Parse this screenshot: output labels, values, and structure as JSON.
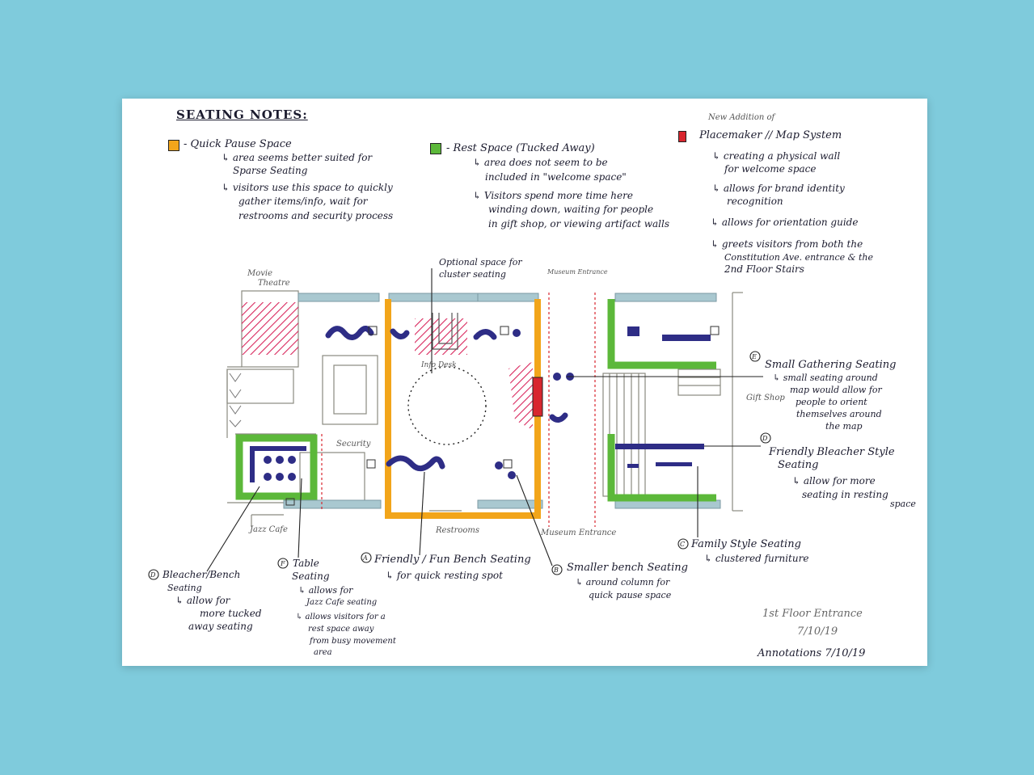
{
  "sheet": {
    "title": "SEATING NOTES:",
    "legend": {
      "quick_pause": {
        "label": "- Quick Pause Space",
        "notes": [
          "↳ area seems better suited for",
          "Sparse Seating",
          "↳ visitors use this space to quickly",
          "gather items/info, wait for",
          "restrooms and security process"
        ],
        "color": "#f2a51a"
      },
      "rest": {
        "label": "- Rest Space (Tucked Away)",
        "notes": [
          "↳ area does not seem to be",
          "included in \"welcome space\"",
          "↳ Visitors spend more time here",
          "winding down, waiting for people",
          "in gift shop, or viewing artifact walls"
        ],
        "color": "#5cb83a"
      },
      "placemaker": {
        "heading": "New Addition of",
        "label": "Placemaker // Map System",
        "notes": [
          "↳ creating a physical wall",
          "for welcome space",
          "↳ allows for brand identity",
          "recognition",
          "↳ allows for orientation guide",
          "↳ greets visitors from both the",
          "Constitution Ave. entrance & the",
          "2nd Floor Stairs"
        ],
        "color": "#d8262e"
      }
    },
    "plan_labels": {
      "movie_theatre": [
        "Movie",
        "Theatre"
      ],
      "optional_space": [
        "Optional space for",
        "cluster seating"
      ],
      "museum_entrance_top": "Museum Entrance",
      "info_desk": "Info Desk",
      "security": "Security",
      "gift_shop": "Gift Shop",
      "jazz_cafe": "Jazz Cafe",
      "restrooms": "Restrooms",
      "museum_entrance_bottom": "Museum Entrance"
    },
    "annotations": {
      "small_gathering": {
        "marker": "E",
        "lines": [
          "Small Gathering Seating",
          "↳ small seating around",
          "map would allow for",
          "people to orient",
          "themselves around",
          "the map"
        ]
      },
      "friendly_bleacher": {
        "marker": "D",
        "lines": [
          "Friendly Bleacher Style",
          "Seating",
          "↳ allow for more",
          "seating in resting",
          "space"
        ]
      },
      "family_style": {
        "marker": "C",
        "lines": [
          "Family Style Seating",
          "↳ clustered furniture"
        ]
      },
      "bleacher_bench": {
        "marker": "D",
        "lines": [
          "Bleacher/Bench",
          "Seating",
          "↳ allow for",
          "more tucked",
          "away seating"
        ]
      },
      "table_seating": {
        "marker": "F",
        "lines": [
          "Table",
          "Seating",
          "↳ allows for",
          "Jazz Cafe seating",
          "↳ allows visitors for a",
          "rest space away",
          "from busy movement",
          "area"
        ]
      },
      "fun_bench": {
        "marker": "A",
        "lines": [
          "Friendly / Fun Bench Seating",
          "↳ for quick resting spot"
        ]
      },
      "smaller_bench": {
        "marker": "B",
        "lines": [
          "Smaller bench Seating",
          "↳ around column for",
          "quick pause space"
        ]
      }
    },
    "footer": {
      "plan_title": "1st Floor Entrance",
      "plan_date": "7/10/19",
      "annotation_date": "Annotations 7/10/19"
    }
  }
}
